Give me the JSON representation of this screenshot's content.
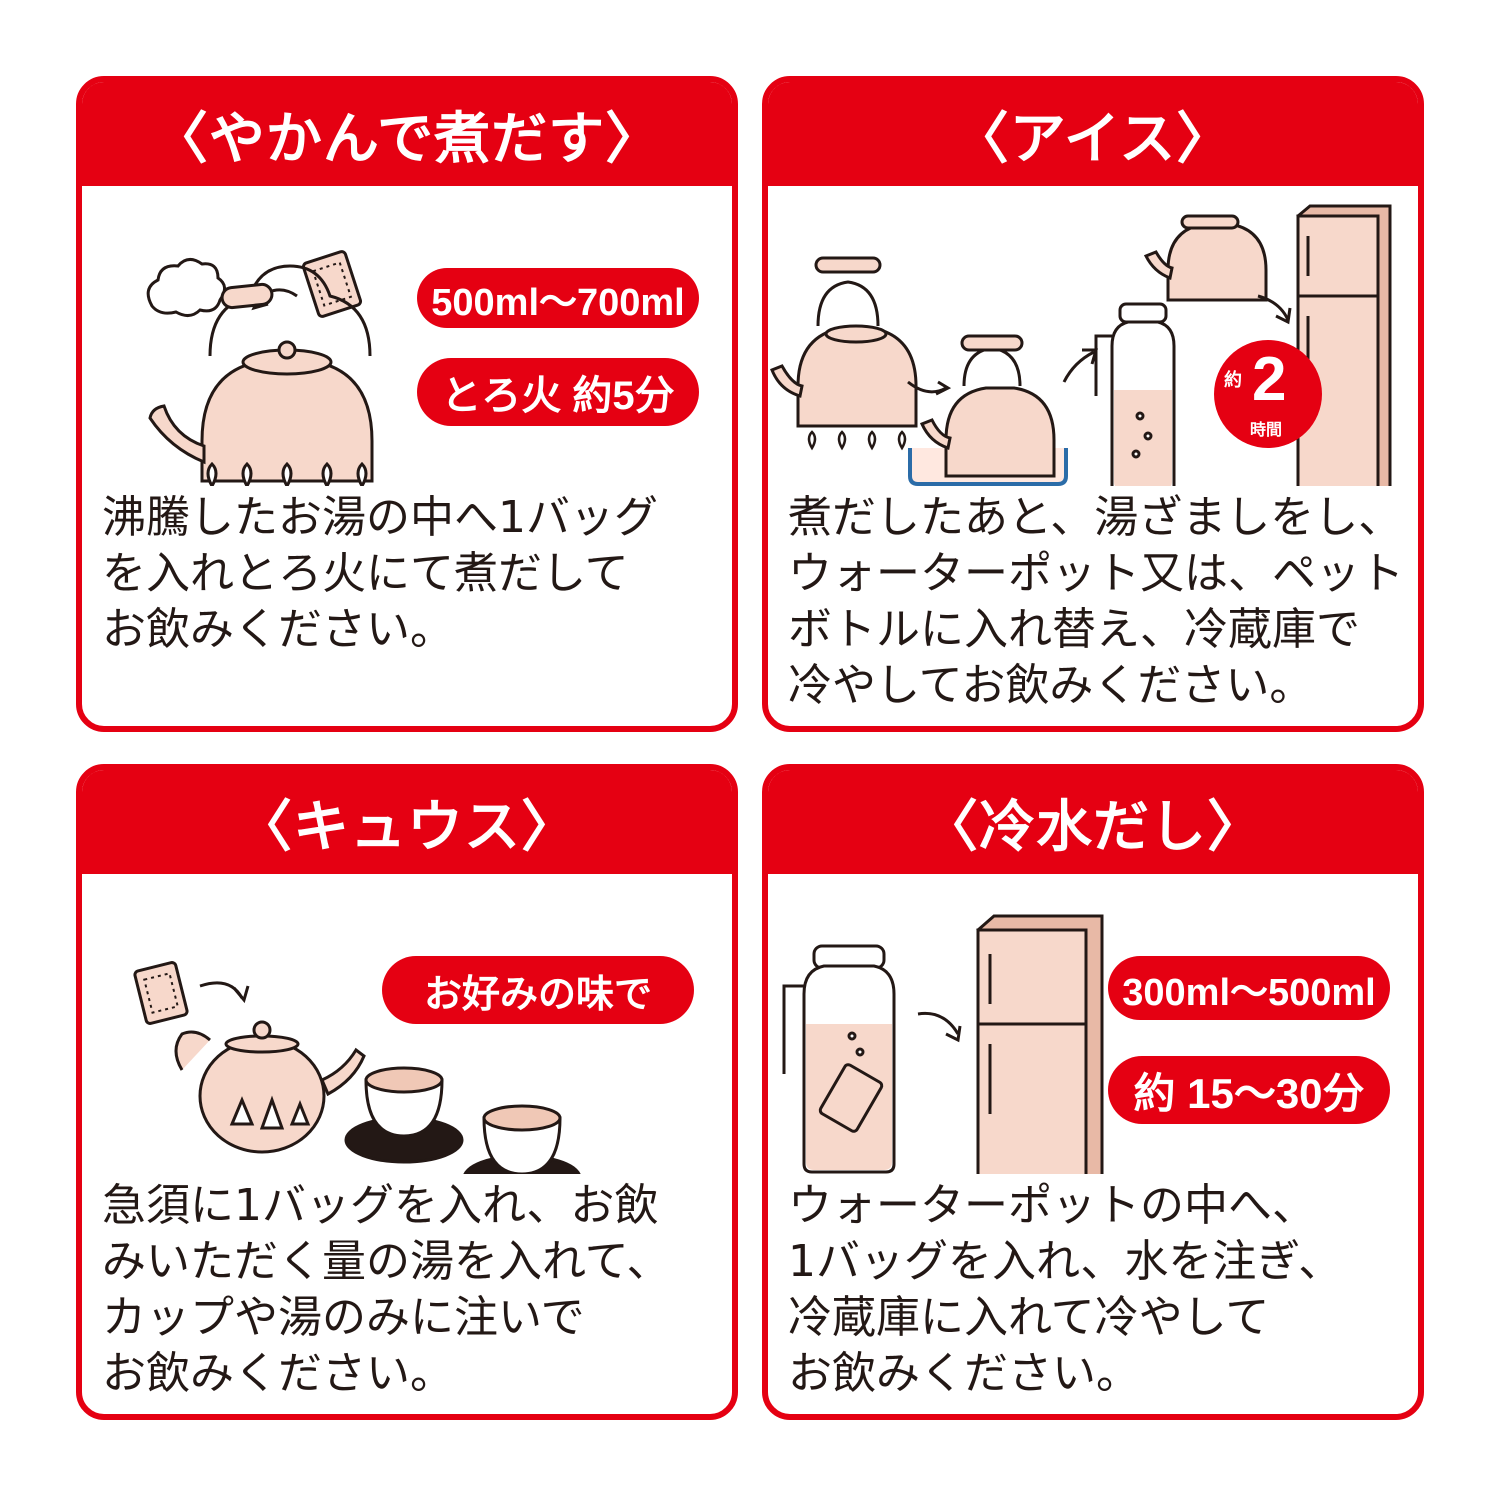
{
  "colors": {
    "accent": "#e50012",
    "text": "#231815",
    "illustration": "#f7d8cb"
  },
  "cards": [
    {
      "title": "〈やかんで煮だす〉",
      "pills": [
        "500ml〜700ml",
        "とろ火 約5分"
      ],
      "body": "沸騰したお湯の中へ1バッグ\nを入れとろ火にて煮だして\nお飲みください。",
      "icons": [
        "kettle-icon",
        "steam-icon",
        "tea-bag-icon",
        "stove-flame-icon"
      ]
    },
    {
      "title": "〈アイス〉",
      "badge": {
        "prefix": "約",
        "number": "2",
        "unit": "時間"
      },
      "body": "煮だしたあと、湯ざましをし、\nウォーターポット又は、ペット\nボトルに入れ替え、冷蔵庫で\n冷やしてお飲みください。",
      "icons": [
        "kettle-icon",
        "cooling-tray-icon",
        "water-pot-icon",
        "refrigerator-icon"
      ]
    },
    {
      "title": "〈キュウス〉",
      "pills": [
        "お好みの味で"
      ],
      "body": "急須に1バッグを入れ、お飲\nみいただく量の湯を入れて、\nカップや湯のみに注いで\nお飲みください。",
      "icons": [
        "tea-bag-icon",
        "teapot-icon",
        "teacup-icon"
      ]
    },
    {
      "title": "〈冷水だし〉",
      "pills": [
        "300ml〜500ml",
        "約 15〜30分"
      ],
      "body": "ウォーターポットの中へ、\n1バッグを入れ、水を注ぎ、\n冷蔵庫に入れて冷やして\nお飲みください。",
      "icons": [
        "water-pot-icon",
        "refrigerator-icon"
      ]
    }
  ]
}
